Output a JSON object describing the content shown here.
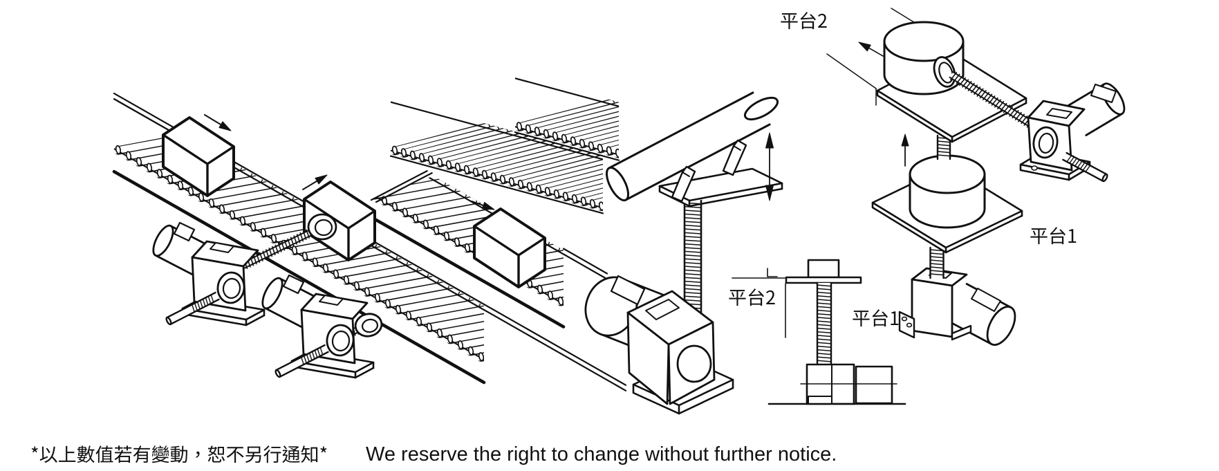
{
  "document": {
    "kind": "technical-catalog-illustration",
    "background": "#ffffff",
    "ink_color": "#111111"
  },
  "labels": {
    "platform2_top": "平台2",
    "platform2_side": "平台2",
    "platform1_right": "平台1",
    "platform1_side": "平台1"
  },
  "caption": {
    "zh": "*以上數值若有變動，恕不另行通知*",
    "en": "We reserve the right to change without further notice."
  }
}
